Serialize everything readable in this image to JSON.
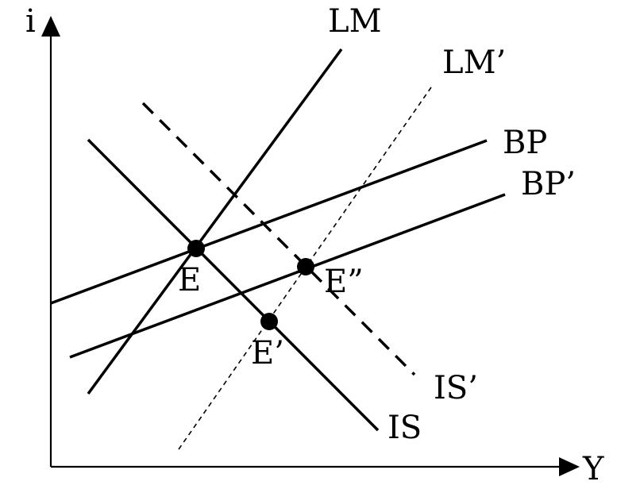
{
  "axes": {
    "y_label": "i",
    "x_label": "Y"
  },
  "curves": {
    "lm": "LM",
    "lm_prime": "LM’",
    "bp": "BP",
    "bp_prime": "BP’",
    "is": "IS",
    "is_prime": "IS’"
  },
  "points": {
    "e": "E",
    "e_prime": "E’",
    "e_double_prime": "E”"
  },
  "colors": {
    "ink": "#000000",
    "background": "#ffffff"
  }
}
